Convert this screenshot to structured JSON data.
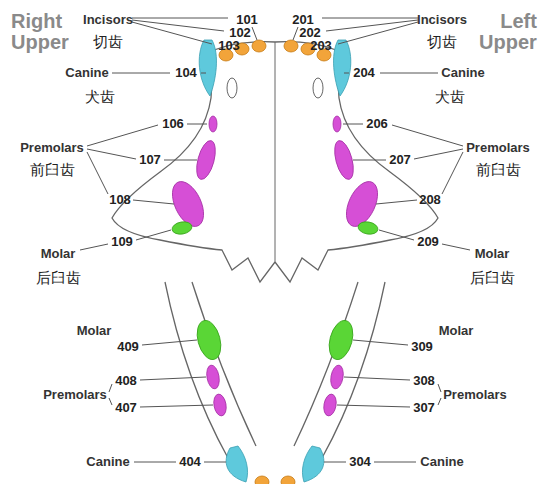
{
  "diagram": {
    "labels": [
      "Right Upper",
      "Left Upper",
      "Incisors",
      "切齿",
      "101",
      "102",
      "103",
      "201",
      "202",
      "203",
      "Incisors",
      "切齿",
      "Canine",
      "104",
      "犬齿",
      "204",
      "Canine",
      "犬齿",
      "106",
      "Premolars",
      "前臼齿",
      "107",
      "108",
      "206",
      "Premolars",
      "前臼齿",
      "207",
      "208",
      "109",
      "Molar",
      "后臼齿",
      "209",
      "Molar",
      "后臼齿",
      "Molar",
      "409",
      "Premolars",
      "408",
      "407",
      "Molar",
      "309",
      "308",
      "Premolars",
      "307",
      "Canine",
      "404",
      "304",
      "Canine"
    ]
  }
}
